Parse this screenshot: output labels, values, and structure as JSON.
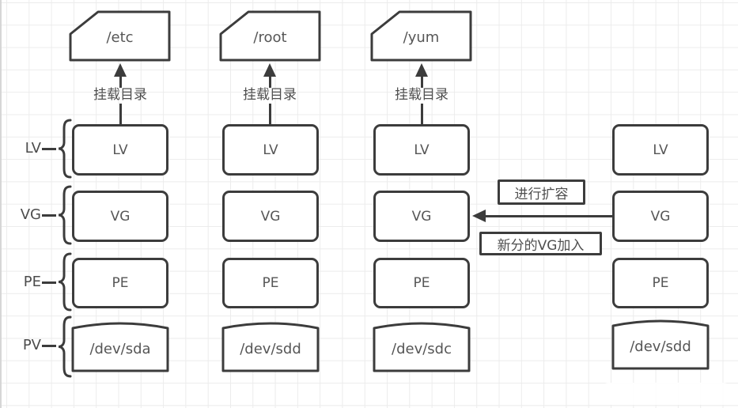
{
  "left_labels": [
    {
      "label": "LV"
    },
    {
      "label": "VG"
    },
    {
      "label": "PE"
    },
    {
      "label": "PV"
    }
  ],
  "mount_label": "挂载目录",
  "columns": [
    {
      "mount_target": "/etc",
      "lv": "LV",
      "vg": "VG",
      "pe": "PE",
      "pv": "/dev/sda"
    },
    {
      "mount_target": "/root",
      "lv": "LV",
      "vg": "VG",
      "pe": "PE",
      "pv": "/dev/sdd"
    },
    {
      "mount_target": "/yum",
      "lv": "LV",
      "vg": "VG",
      "pe": "PE",
      "pv": "/dev/sdc"
    },
    {
      "lv": "LV",
      "vg": "VG",
      "pe": "PE",
      "pv": "/dev/sdd"
    }
  ],
  "annotations": {
    "expand": "进行扩容",
    "join": "新分的VG加入"
  },
  "colors": {
    "stroke": "#3c3c3c",
    "text": "#565656",
    "grid": "#ececec",
    "background": "#ffffff"
  }
}
